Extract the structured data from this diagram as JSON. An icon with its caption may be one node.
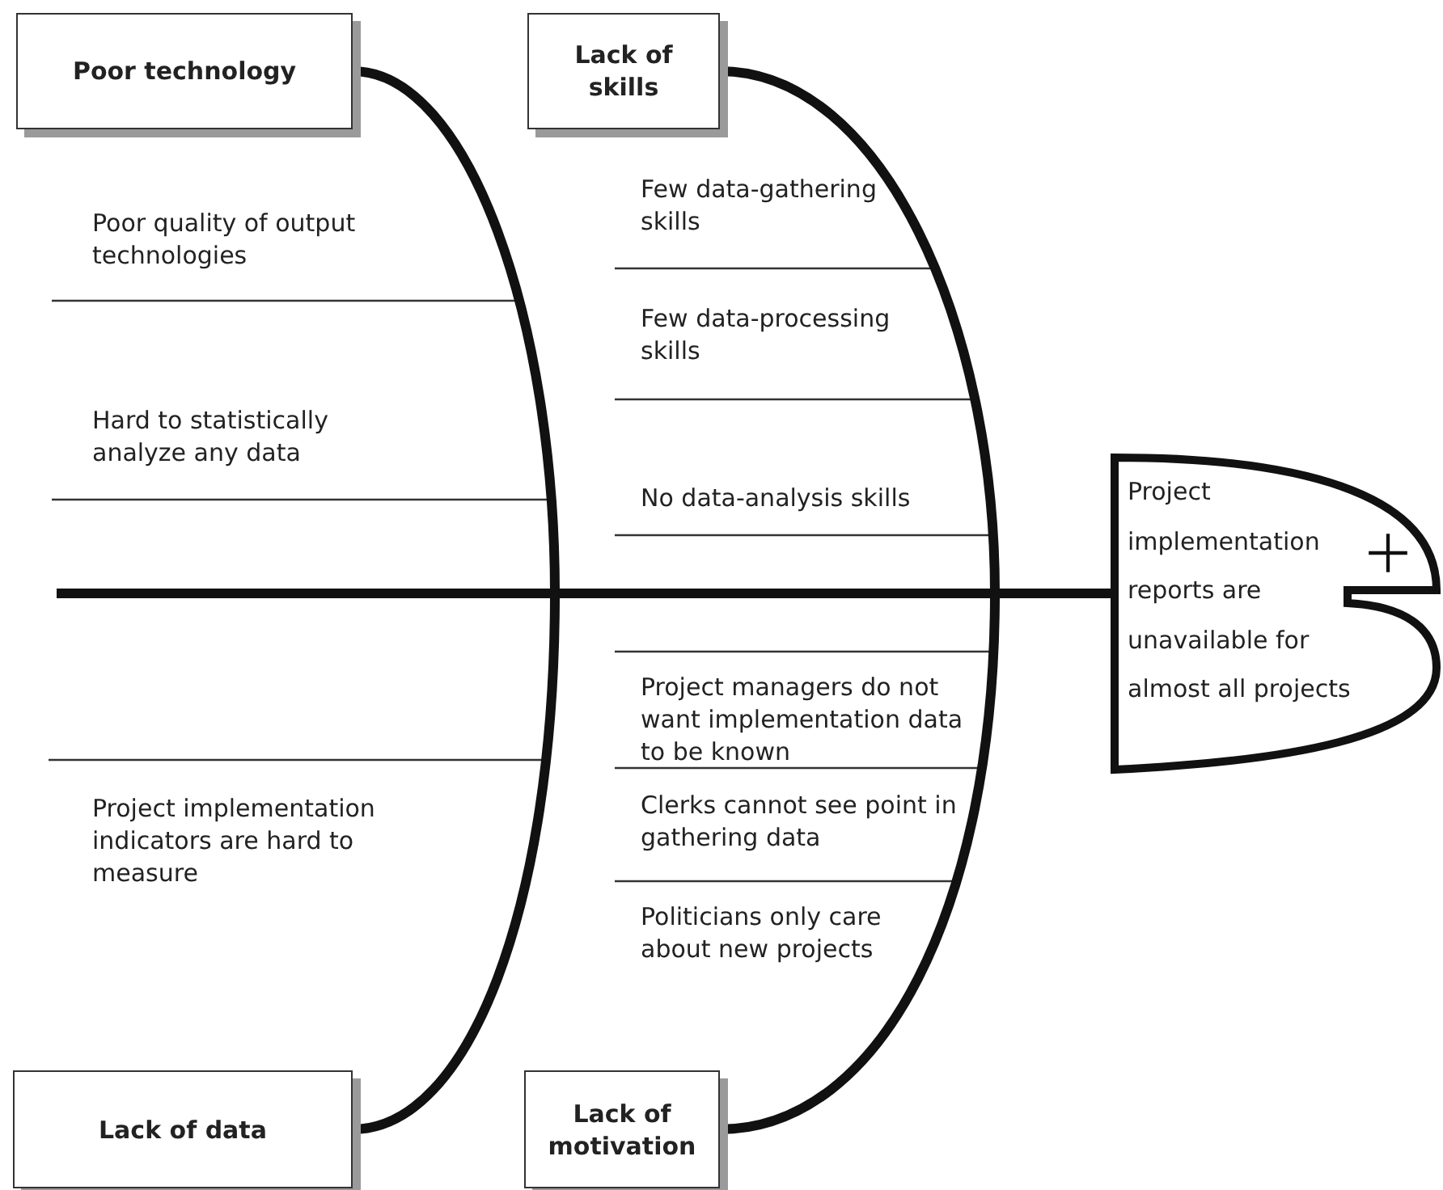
{
  "diagram": {
    "nodes": [
      {
        "text": [
          "Poor technology"
        ]
      },
      {
        "text": [
          "Lack of data"
        ]
      },
      {
        "text": [
          "Lack of skills"
        ]
      },
      {
        "text": [
          "Lack of motivation"
        ]
      },
      {
        "text": [
          "Project implementation reports are unavailable for almost all projects"
        ]
      }
    ],
    "edges": [
      {
        "from": 0,
        "to": 1,
        "arrow": "none"
      },
      {
        "from": 2,
        "to": 3,
        "arrow": "none"
      },
      {
        "from": null,
        "to": 4,
        "arrow": "none"
      }
    ],
    "labels": [
      "Poor quality of output technologies",
      "Hard to statistically analyze any data",
      "Project implementation indicators are hard to measure",
      "Few data-gathering skills",
      "Few data-processing skills",
      "No data-analysis skills",
      "Project managers do not want implementation data to be known",
      "Clerks cannot see point in gathering data",
      "Politicians only care about new projects"
    ]
  }
}
